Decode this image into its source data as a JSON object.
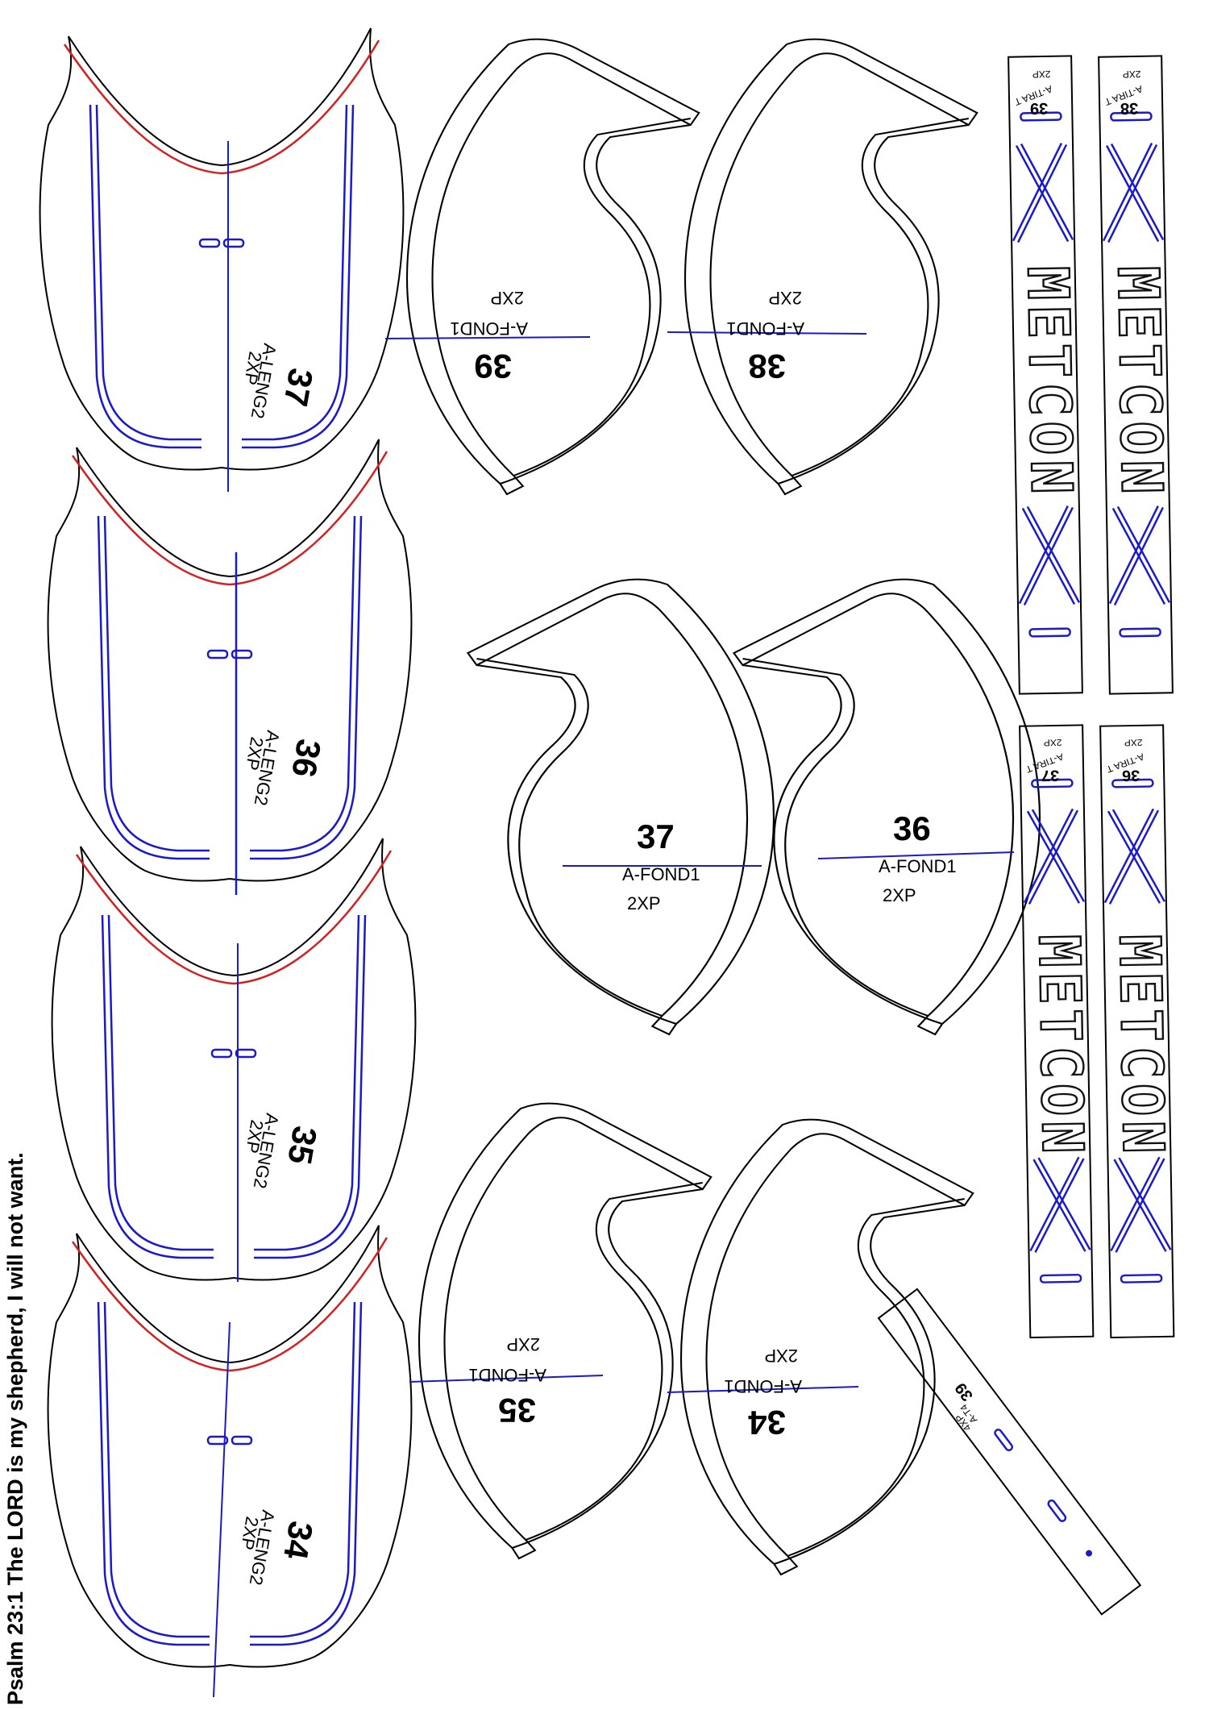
{
  "caption": "Psalm 23:1 The LORD is my shepherd, I will not want.",
  "leng_pieces": [
    {
      "number": "37",
      "code": "A-LENG2",
      "qty": "2XP"
    },
    {
      "number": "36",
      "code": "A-LENG2",
      "qty": "2XP"
    },
    {
      "number": "35",
      "code": "A-LENG2",
      "qty": "2XP"
    },
    {
      "number": "34",
      "code": "A-LENG2",
      "qty": "2XP"
    }
  ],
  "fond_pieces": [
    {
      "number": "39",
      "code": "A-FOND1",
      "qty": "2XP"
    },
    {
      "number": "38",
      "code": "A-FOND1",
      "qty": "2XP"
    },
    {
      "number": "37",
      "code": "A-FOND1",
      "qty": "2XP"
    },
    {
      "number": "36",
      "code": "A-FOND1",
      "qty": "2XP"
    },
    {
      "number": "35",
      "code": "A-FOND1",
      "qty": "2XP"
    },
    {
      "number": "34",
      "code": "A-FOND1",
      "qty": "2XP"
    }
  ],
  "strap_pieces": [
    {
      "number": "39",
      "code": "A-TIRA T",
      "qty": "2XP",
      "logo": "METCON"
    },
    {
      "number": "38",
      "code": "A-TIRA T",
      "qty": "2XP",
      "logo": "METCON"
    },
    {
      "number": "37",
      "code": "A-TIRA T",
      "qty": "2XP",
      "logo": "METCON"
    },
    {
      "number": "36",
      "code": "A-TIRA T",
      "qty": "2XP",
      "logo": "METCON"
    }
  ],
  "tab_piece": {
    "number": "39",
    "code": "A-T4",
    "qty": "4XP"
  },
  "colors": {
    "outline": "#000000",
    "stitch": "#1a1acc",
    "cut_edge": "#d42020"
  }
}
